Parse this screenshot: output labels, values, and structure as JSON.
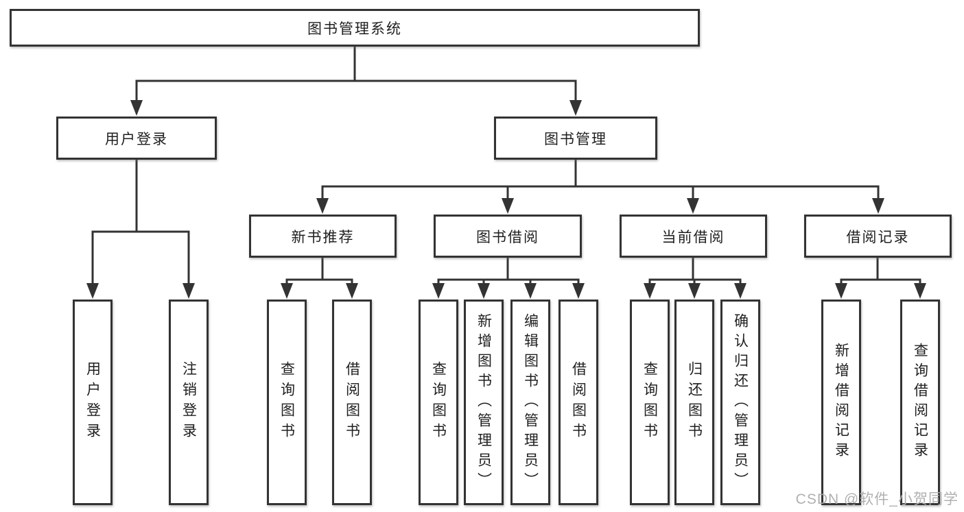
{
  "diagram": {
    "root": {
      "label": "图书管理系统"
    },
    "branches": [
      {
        "label": "用户登录",
        "children": [
          {
            "label": "用户登录"
          },
          {
            "label": "注销登录"
          }
        ]
      },
      {
        "label": "图书管理",
        "children": [
          {
            "label": "新书推荐",
            "children": [
              {
                "label": "查询图书"
              },
              {
                "label": "借阅图书"
              }
            ]
          },
          {
            "label": "图书借阅",
            "children": [
              {
                "label": "查询图书"
              },
              {
                "label": "新增图书（管理员）"
              },
              {
                "label": "编辑图书（管理员）"
              },
              {
                "label": "借阅图书"
              }
            ]
          },
          {
            "label": "当前借阅",
            "children": [
              {
                "label": "查询图书"
              },
              {
                "label": "归还图书"
              },
              {
                "label": "确认归还（管理员）"
              }
            ]
          },
          {
            "label": "借阅记录",
            "children": [
              {
                "label": "新增借阅记录"
              },
              {
                "label": "查询借阅记录"
              }
            ]
          }
        ]
      }
    ]
  },
  "watermark": {
    "text": "CSDN @软件_小贺同学"
  },
  "colors": {
    "line": "#333333",
    "box_border": "#333333",
    "text": "#1f1f1f",
    "watermark": "#acacac"
  }
}
